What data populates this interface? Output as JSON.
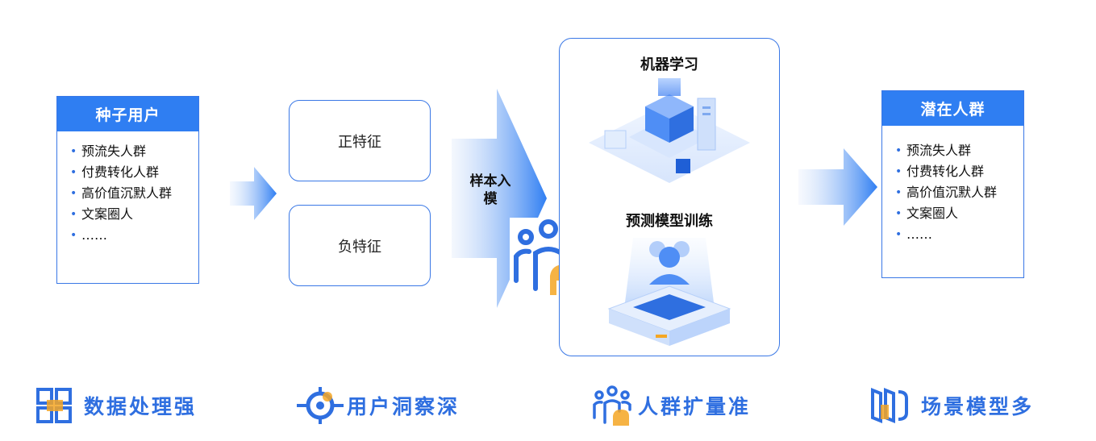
{
  "seed_users": {
    "title": "种子用户",
    "items": [
      "预流失人群",
      "付费转化人群",
      "高价值沉默人群",
      "文案圈人",
      "……"
    ]
  },
  "features": {
    "positive": "正特征",
    "negative": "负特征"
  },
  "sample_label": "样本入模",
  "ml_panel": {
    "title_top": "机器学习",
    "title_bottom": "预测模型训练"
  },
  "potential_crowd": {
    "title": "潜在人群",
    "items": [
      "预流失人群",
      "付费转化人群",
      "高价值沉默人群",
      "文案圈人",
      "……"
    ]
  },
  "benefits": [
    {
      "label": "数据处理强",
      "icon": "grid-icon"
    },
    {
      "label": "用户洞察深",
      "icon": "target-icon"
    },
    {
      "label": "人群扩量准",
      "icon": "group-icon"
    },
    {
      "label": "场景模型多",
      "icon": "panels-icon"
    }
  ],
  "colors": {
    "primary": "#2f7ef2",
    "accent": "#f5a623",
    "text_blue": "#2f6fe0"
  }
}
